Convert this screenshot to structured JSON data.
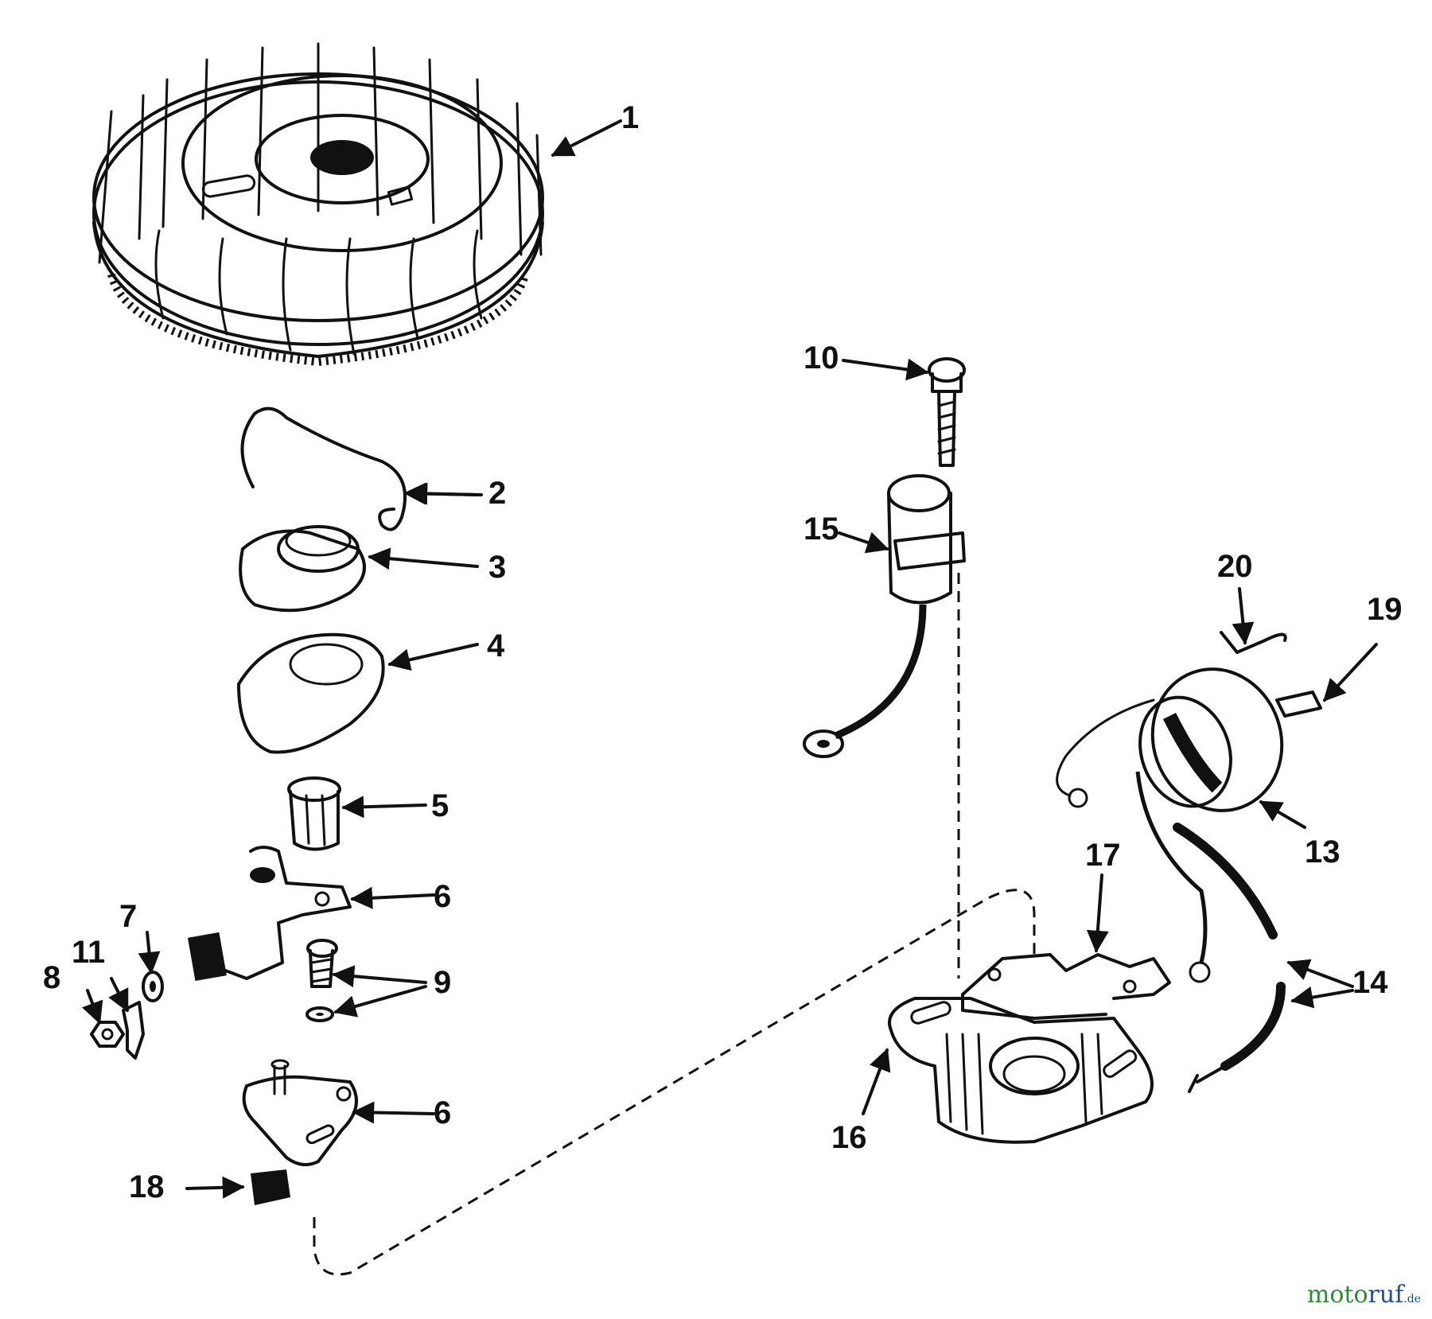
{
  "diagram": {
    "callouts": [
      {
        "id": "1",
        "text": "1"
      },
      {
        "id": "2",
        "text": "2"
      },
      {
        "id": "3",
        "text": "3"
      },
      {
        "id": "4",
        "text": "4"
      },
      {
        "id": "5",
        "text": "5"
      },
      {
        "id": "6a",
        "text": "6"
      },
      {
        "id": "6b",
        "text": "6"
      },
      {
        "id": "7",
        "text": "7"
      },
      {
        "id": "8",
        "text": "8"
      },
      {
        "id": "9",
        "text": "9"
      },
      {
        "id": "10",
        "text": "10"
      },
      {
        "id": "11",
        "text": "11"
      },
      {
        "id": "13",
        "text": "13"
      },
      {
        "id": "14",
        "text": "14"
      },
      {
        "id": "15",
        "text": "15"
      },
      {
        "id": "16",
        "text": "16"
      },
      {
        "id": "17",
        "text": "17"
      },
      {
        "id": "18",
        "text": "18"
      },
      {
        "id": "19",
        "text": "19"
      },
      {
        "id": "20",
        "text": "20"
      }
    ]
  },
  "watermark": {
    "brand_moto": "moto",
    "brand_ruf": "ruf",
    "suffix": ".de",
    "color_moto": "#2d8a3a",
    "color_ruf": "#1a4fa0"
  }
}
